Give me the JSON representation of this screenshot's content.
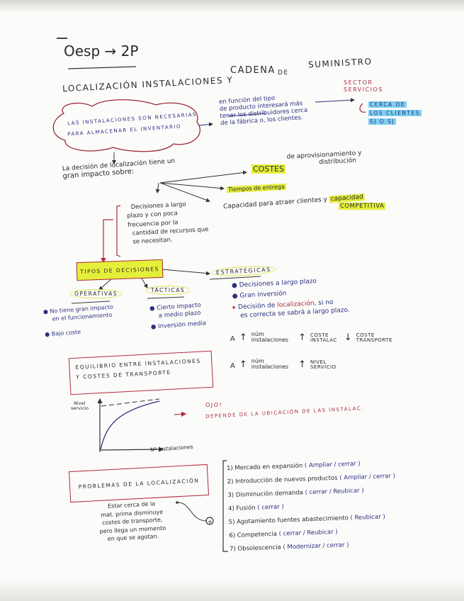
{
  "header": {
    "title": "Oesp → 2P"
  },
  "topic": {
    "line1": "Localización Instalaciones y",
    "cadena": "Cadena",
    "de": "de",
    "suministro": "Suministro"
  },
  "cloud_note": [
    "Las instalaciones son necesarias",
    "para almacenar el inventario"
  ],
  "product_type_note": [
    "en función del tipo",
    "de producto interesará más",
    "tener los distribuidores cerca",
    "de la fábrica o, los clientes."
  ],
  "services": {
    "label": [
      "Sector",
      "Servicios"
    ],
    "highlight": [
      "Cerca de",
      "los clientes",
      "SJ o SJ"
    ]
  },
  "decision_impact": {
    "intro": [
      "La decisión de localización tiene un",
      "gran impacto sobre:"
    ],
    "costes": "COSTES",
    "costes_rest": [
      "de aprovisionamiento y",
      "distribución"
    ],
    "tiempos": "Tiempos de entrega",
    "capacidad": "Capacidad para atraer clientes y",
    "capacidad_hl": "capacidad",
    "competitiva": "COMPETITIVA"
  },
  "long_term_note": [
    "Decisiones a largo",
    "plazo y con poca",
    "frecuencia por la",
    "cantidad de recursos que",
    "se necesitan."
  ],
  "tipos": {
    "title": "Tipos de decisiones",
    "estrategicas": {
      "title": "Estratégicas",
      "items": [
        "Decisiones a largo plazo",
        "Gran inversión"
      ],
      "special_a": "Decisión de",
      "special_red": "localización",
      "special_b": ", si no",
      "special_c": "es correcta se sabrá a largo plazo."
    },
    "operativas": {
      "title": "Operativas",
      "items": [
        [
          "No tiene gran impacto",
          "en el funcionamiento"
        ],
        [
          "Bajo coste"
        ]
      ]
    },
    "tacticas": {
      "title": "Tácticas",
      "items": [
        [
          "Cierto impacto",
          "a medio plazo"
        ],
        [
          "Inversión media"
        ]
      ]
    }
  },
  "relations": [
    {
      "a": "A",
      "up": "↑",
      "num": [
        "núm",
        "instalaciones"
      ],
      "r1_arrow": "↑",
      "r1": [
        "coste",
        "instalac"
      ],
      "r2_arrow": "↓",
      "r2": [
        "coste",
        "transporte"
      ]
    },
    {
      "a": "A",
      "up": "↑",
      "num": [
        "núm",
        "instalaciones"
      ],
      "r1_arrow": "↑",
      "r1": [
        "nivel",
        "servicio"
      ]
    }
  ],
  "equilibrio": [
    "Equilibrio entre instalaciones",
    "y costes de transporte"
  ],
  "graph": {
    "ylabel": [
      "Nivel",
      "servicio"
    ],
    "xlabel": "Nº Instalaciones"
  },
  "ojo": {
    "title": "Ojo!",
    "text": "Depende de la ubicación de las instalac."
  },
  "problemas": {
    "title": "Problemas de la localización",
    "note": [
      "Estar cerca de la",
      "mat. prima disminuye",
      "costes de transporte,",
      "pero llega un momento",
      "en que se agotan."
    ],
    "items": [
      {
        "text": "1) Mercado en expansión",
        "opt": "( Ampliar / cerrar )"
      },
      {
        "text": "2) Introducción de nuevos productos",
        "opt": "( Ampliar / cerrar )"
      },
      {
        "text": "3) Disminución demanda",
        "opt": "( cerrar / Reubicar )"
      },
      {
        "text": "4) Fusión",
        "opt": "( cerrar )"
      },
      {
        "text": "5) Agotamiento fuentes abastecimiento",
        "opt": "( Reubicar )"
      },
      {
        "text": "6) Competencia",
        "opt": "( cerrar / Reubicar )"
      },
      {
        "text": "7) Obsolescencia",
        "opt": "( Modernizar / cerrar )"
      }
    ]
  }
}
